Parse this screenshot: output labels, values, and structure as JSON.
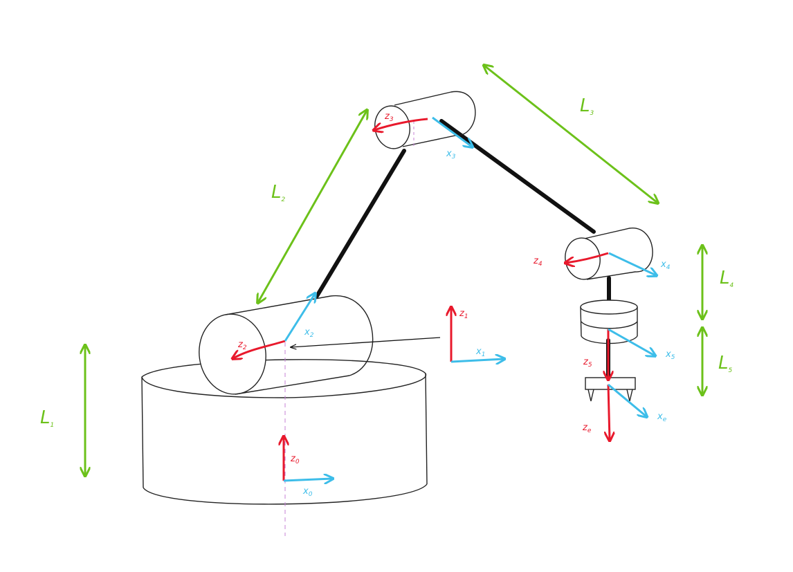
{
  "colors": {
    "z_axis": "#e8192c",
    "x_axis": "#3dbde9",
    "length": "#6cc11a",
    "link": "#111111",
    "outline": "#222222",
    "centerline": "#c47fd6"
  },
  "lengths": {
    "L1": {
      "letter": "L",
      "sub": "1"
    },
    "L2": {
      "letter": "L",
      "sub": "2"
    },
    "L3": {
      "letter": "L",
      "sub": "3"
    },
    "L4": {
      "letter": "L",
      "sub": "4"
    },
    "L5": {
      "letter": "L",
      "sub": "5"
    }
  },
  "frames": {
    "z0": {
      "letter": "z",
      "sub": "0"
    },
    "x0": {
      "letter": "x",
      "sub": "0"
    },
    "z1": {
      "letter": "z",
      "sub": "1"
    },
    "x1": {
      "letter": "x",
      "sub": "1"
    },
    "z2": {
      "letter": "z",
      "sub": "2"
    },
    "x2": {
      "letter": "x",
      "sub": "2"
    },
    "z3": {
      "letter": "z",
      "sub": "3"
    },
    "x3": {
      "letter": "x",
      "sub": "3"
    },
    "z4": {
      "letter": "z",
      "sub": "4"
    },
    "x4": {
      "letter": "x",
      "sub": "4"
    },
    "z5": {
      "letter": "z",
      "sub": "5"
    },
    "x5": {
      "letter": "x",
      "sub": "5"
    },
    "ze": {
      "letter": "z",
      "sub": "e"
    },
    "xe": {
      "letter": "x",
      "sub": "e"
    }
  }
}
